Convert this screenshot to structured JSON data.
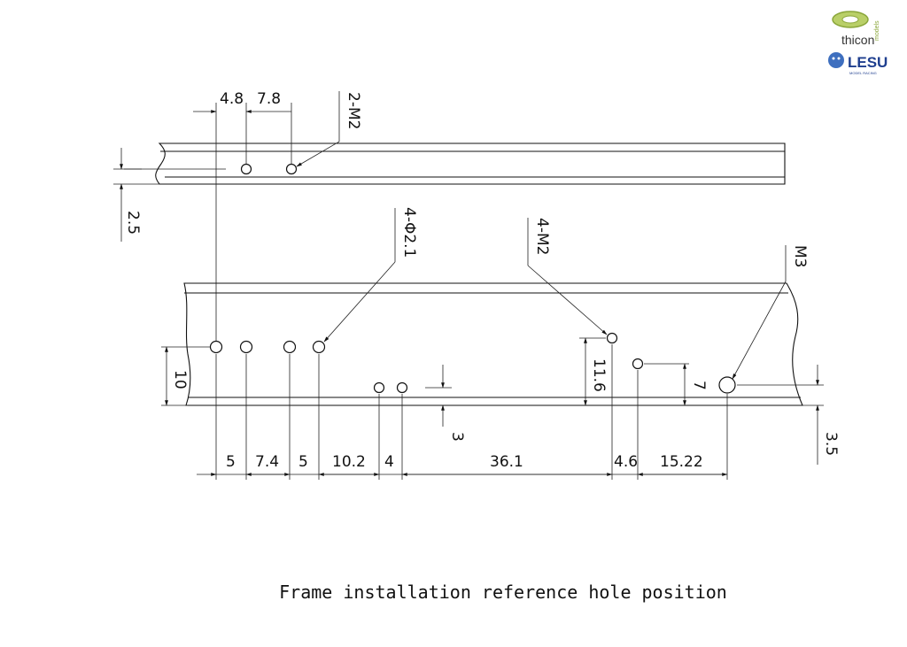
{
  "logos": {
    "thicon": "thicon",
    "thicon_sub": "models",
    "lesu": "LESU",
    "lesu_sub": "MODEL RACING"
  },
  "top_part": {
    "dims": {
      "d1": "4.8",
      "d2": "7.8",
      "height": "2.5"
    },
    "callout": "2-M2"
  },
  "bottom_part": {
    "callouts": {
      "holes_d21": "4-Φ2.1",
      "holes_m2": "4-M2",
      "hole_m3": "M3"
    },
    "vertical_dims": {
      "left_height": "10",
      "mid_height": "11.6",
      "right_height": "7",
      "small_offset": "3",
      "edge_offset": "3.5"
    },
    "bottom_dims": [
      "5",
      "7.4",
      "5",
      "10.2",
      "4",
      "36.1",
      "4.6",
      "15.22"
    ]
  },
  "caption": "Frame installation reference hole position",
  "colors": {
    "ink": "#111111",
    "logo_green": "#8aa63a",
    "logo_blue": "#1f3f8f"
  }
}
